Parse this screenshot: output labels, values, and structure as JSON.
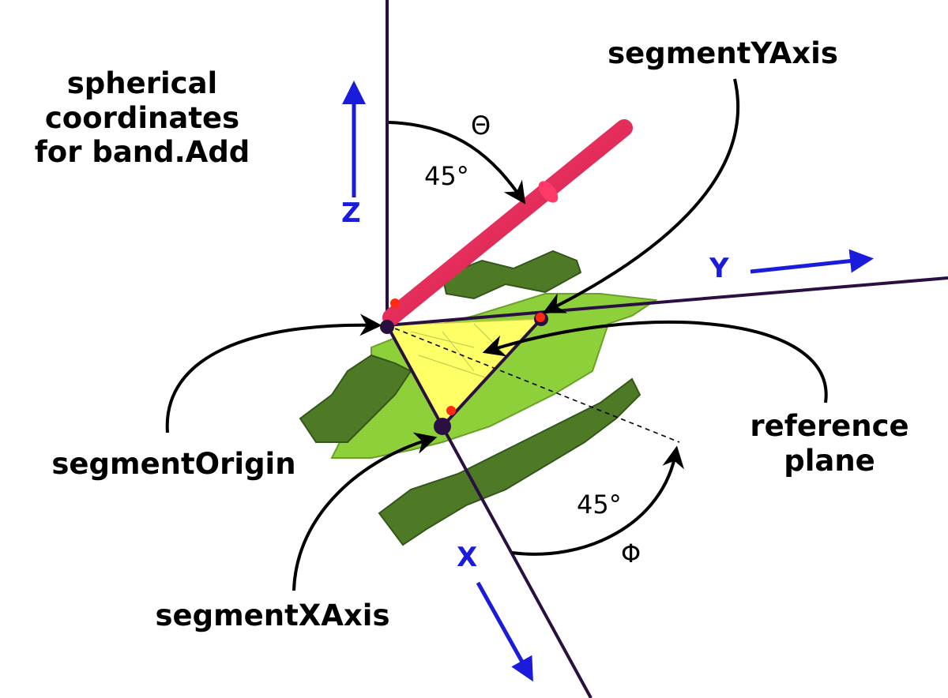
{
  "title_lines": [
    "spherical",
    "coordinates",
    "for band.Add"
  ],
  "labels": {
    "segment_y_axis": "segmentYAxis",
    "segment_origin": "segmentOrigin",
    "segment_x_axis": "segmentXAxis",
    "reference_plane_lines": [
      "reference",
      "plane"
    ]
  },
  "axes": {
    "z": "Z",
    "y": "Y",
    "x": "X"
  },
  "angles": {
    "theta_symbol": "Θ",
    "theta_value": "45°",
    "phi_symbol": "Φ",
    "phi_value": "45°"
  },
  "colors": {
    "axis_line": "#2a1040",
    "axis_arrow": "#1b1bdc",
    "rod": "#e0184c",
    "plane": "#ffff66",
    "band_dark": "#4f7a25",
    "band_light": "#8ed03a",
    "marker": "#ff2a10"
  }
}
